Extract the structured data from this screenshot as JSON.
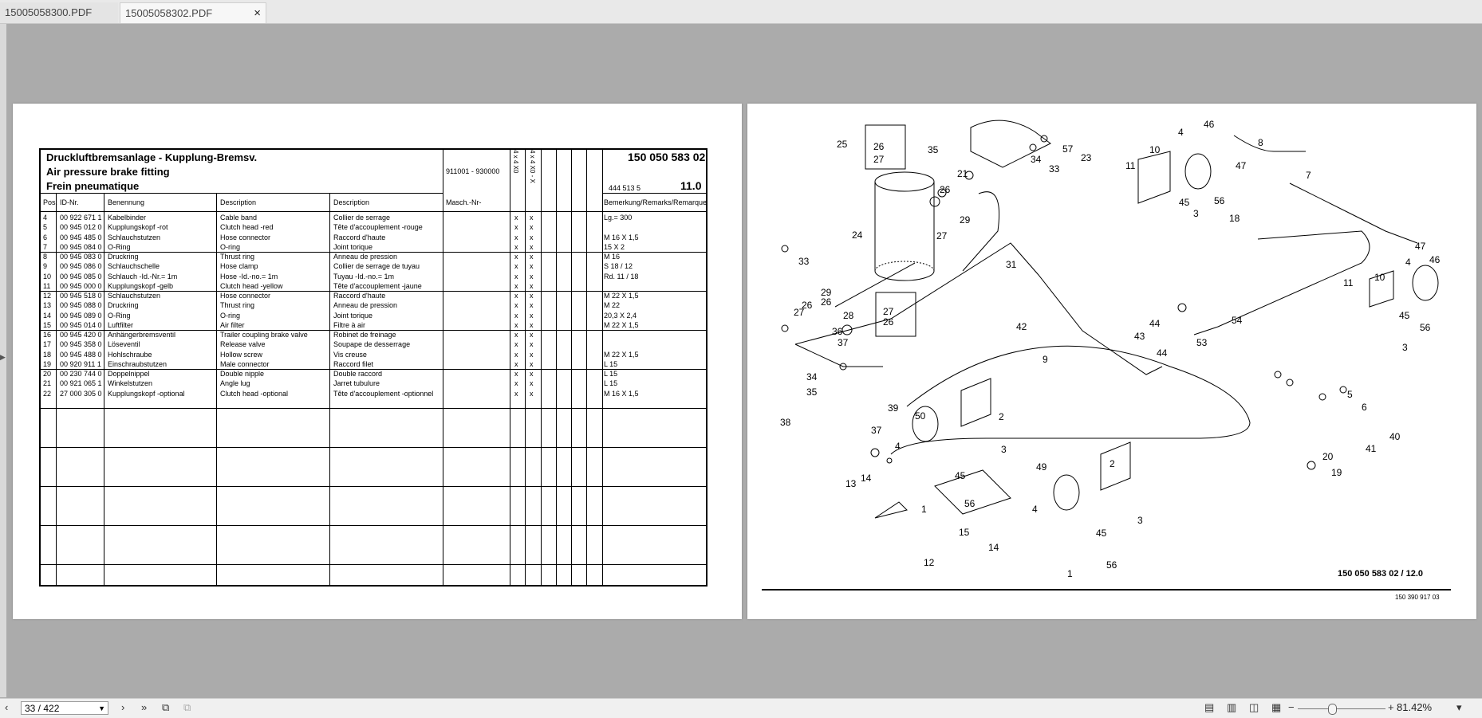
{
  "tabs": [
    {
      "label": "15005058300.PDF"
    },
    {
      "label": "15005058302.PDF",
      "close": "×"
    }
  ],
  "sheet": {
    "title_de": "Druckluftbremsanlage - Kupplung-Bremsv.",
    "title_en": "Air pressure brake fitting",
    "title_fr": "Frein pneumatique",
    "serial_range": "911001 - 930000",
    "doc_number": "150 050 583 02",
    "ref_number": "444 513 5",
    "version": "11.0",
    "headers": {
      "pos": "Pos.",
      "id": "ID-Nr.",
      "benennung": "Benennung",
      "desc_en": "Description",
      "desc_fr": "Description",
      "masch": "Masch.-Nr-",
      "remarks": "Bemerkung/Remarks/Remarque"
    },
    "vertical_col1": "4 x 4 X0",
    "vertical_col2": "4 x 4 X0 - X",
    "rows": [
      {
        "pos": "4",
        "id": "00 922 671 1",
        "de": "Kabelbinder",
        "en": "Cable band",
        "fr": "Collier de serrage",
        "c1": "x",
        "c2": "x",
        "rem": "Lg.= 300"
      },
      {
        "pos": "5",
        "id": "00 945 012 0",
        "de": "Kupplungskopf -rot",
        "en": "Clutch head -red",
        "fr": "Tête d'accouplement -rouge",
        "c1": "x",
        "c2": "x",
        "rem": ""
      },
      {
        "pos": "6",
        "id": "00 945 485 0",
        "de": "Schlauchstutzen",
        "en": "Hose connector",
        "fr": "Raccord d'haute",
        "c1": "x",
        "c2": "x",
        "rem": "M 16 X 1,5"
      },
      {
        "pos": "7",
        "id": "00 945 084 0",
        "de": "O-Ring",
        "en": "O-ring",
        "fr": "Joint torique",
        "c1": "x",
        "c2": "x",
        "rem": "15 X 2"
      },
      {
        "pos": "8",
        "id": "00 945 083 0",
        "de": "Druckring",
        "en": "Thrust ring",
        "fr": "Anneau de pression",
        "c1": "x",
        "c2": "x",
        "rem": "M 16"
      },
      {
        "pos": "9",
        "id": "00 945 086 0",
        "de": "Schlauchschelle",
        "en": "Hose clamp",
        "fr": "Collier de serrage de tuyau",
        "c1": "x",
        "c2": "x",
        "rem": "S 18 / 12"
      },
      {
        "pos": "10",
        "id": "00 945 085 0",
        "de": "Schlauch -Id.-Nr.= 1m",
        "en": "Hose -Id.-no.= 1m",
        "fr": "Tuyau -Id.-no.= 1m",
        "c1": "x",
        "c2": "x",
        "rem": "Rd. 11 / 18"
      },
      {
        "pos": "11",
        "id": "00 945 000 0",
        "de": "Kupplungskopf -gelb",
        "en": "Clutch head -yellow",
        "fr": "Tête d'accouplement -jaune",
        "c1": "x",
        "c2": "x",
        "rem": ""
      },
      {
        "pos": "12",
        "id": "00 945 518 0",
        "de": "Schlauchstutzen",
        "en": "Hose connector",
        "fr": "Raccord d'haute",
        "c1": "x",
        "c2": "x",
        "rem": "M 22 X 1,5"
      },
      {
        "pos": "13",
        "id": "00 945 088 0",
        "de": "Druckring",
        "en": "Thrust ring",
        "fr": "Anneau de pression",
        "c1": "x",
        "c2": "x",
        "rem": "M 22"
      },
      {
        "pos": "14",
        "id": "00 945 089 0",
        "de": "O-Ring",
        "en": "O-ring",
        "fr": "Joint torique",
        "c1": "x",
        "c2": "x",
        "rem": "20,3 X 2,4"
      },
      {
        "pos": "15",
        "id": "00 945 014 0",
        "de": "Luftfilter",
        "en": "Air filter",
        "fr": "Filtre à air",
        "c1": "x",
        "c2": "x",
        "rem": "M 22 X 1,5"
      },
      {
        "pos": "16",
        "id": "00 945 420 0",
        "de": "Anhängerbremsventil",
        "en": "Trailer coupling brake valve",
        "fr": "Robinet de freinage",
        "c1": "x",
        "c2": "x",
        "rem": ""
      },
      {
        "pos": "17",
        "id": "00 945 358 0",
        "de": "Löseventil",
        "en": "Release valve",
        "fr": "Soupape de desserrage",
        "c1": "x",
        "c2": "x",
        "rem": ""
      },
      {
        "pos": "18",
        "id": "00 945 488 0",
        "de": "Hohlschraube",
        "en": "Hollow screw",
        "fr": "Vis creuse",
        "c1": "x",
        "c2": "x",
        "rem": "M 22 X 1,5"
      },
      {
        "pos": "19",
        "id": "00 920 911 1",
        "de": "Einschraubstutzen",
        "en": "Male connector",
        "fr": "Raccord filet",
        "c1": "x",
        "c2": "x",
        "rem": "L 15"
      },
      {
        "pos": "20",
        "id": "00 230 744 0",
        "de": "Doppelnippel",
        "en": "Double nipple",
        "fr": "Double raccord",
        "c1": "x",
        "c2": "x",
        "rem": "L 15"
      },
      {
        "pos": "21",
        "id": "00 921 065 1",
        "de": "Winkelstutzen",
        "en": "Angle lug",
        "fr": "Jarret tubulure",
        "c1": "x",
        "c2": "x",
        "rem": "L 15"
      },
      {
        "pos": "22",
        "id": "27 000 305 0",
        "de": "Kupplungskopf -optional",
        "en": "Clutch head -optional",
        "fr": "Tête d'accouplement -optionnel",
        "c1": "x",
        "c2": "x",
        "rem": "M 16 X 1,5"
      }
    ]
  },
  "drawing": {
    "caption_main": "150 050 583 02 / 12.0",
    "caption_sub": "150 390 917 03",
    "callouts": [
      "25",
      "26",
      "27",
      "35",
      "21",
      "34",
      "33",
      "57",
      "23",
      "4",
      "46",
      "10",
      "8",
      "47",
      "7",
      "11",
      "45",
      "3",
      "56",
      "18",
      "26",
      "27",
      "29",
      "31",
      "24",
      "33",
      "28",
      "27",
      "26",
      "26",
      "27",
      "36",
      "37",
      "29",
      "42",
      "34",
      "35",
      "9",
      "44",
      "43",
      "44",
      "53",
      "54",
      "11",
      "10",
      "45",
      "56",
      "3",
      "4",
      "47",
      "46",
      "38",
      "37",
      "39",
      "50",
      "2",
      "4",
      "45",
      "3",
      "49",
      "2",
      "4",
      "45",
      "3",
      "13",
      "14",
      "56",
      "1",
      "15",
      "14",
      "12",
      "1",
      "56",
      "5",
      "6",
      "40",
      "41",
      "20",
      "19"
    ]
  },
  "toolbar": {
    "page_value": "33 / 422",
    "zoom": "81.42%",
    "icons": [
      "first-page-icon",
      "prev-page-icon",
      "next-page-icon",
      "last-page-icon",
      "single-page-view-icon",
      "continuous-view-icon",
      "two-page-view-icon",
      "thumbnail-view-icon",
      "zoom-out-icon",
      "zoom-in-icon"
    ]
  }
}
